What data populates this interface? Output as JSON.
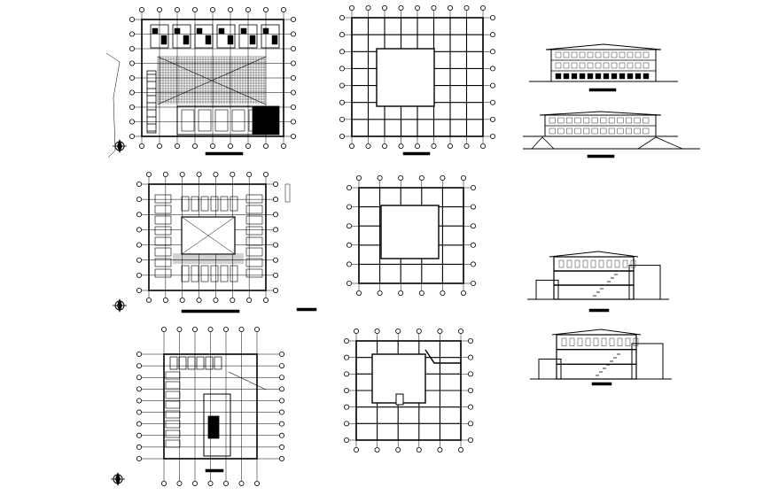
{
  "sheet": {
    "background": "#ffffff",
    "line_color": "#000000",
    "drawings": [
      {
        "id": "ground-floor-plan",
        "type": "floor-plan"
      },
      {
        "id": "structural-grid-1",
        "type": "structural-plan"
      },
      {
        "id": "front-elevation",
        "type": "elevation"
      },
      {
        "id": "rear-elevation",
        "type": "elevation"
      },
      {
        "id": "first-floor-plan",
        "type": "floor-plan"
      },
      {
        "id": "structural-grid-2",
        "type": "structural-plan"
      },
      {
        "id": "section-a",
        "type": "section"
      },
      {
        "id": "second-floor-plan",
        "type": "floor-plan"
      },
      {
        "id": "structural-grid-3",
        "type": "structural-plan"
      },
      {
        "id": "section-b",
        "type": "section"
      }
    ],
    "north_arrows": 3
  }
}
